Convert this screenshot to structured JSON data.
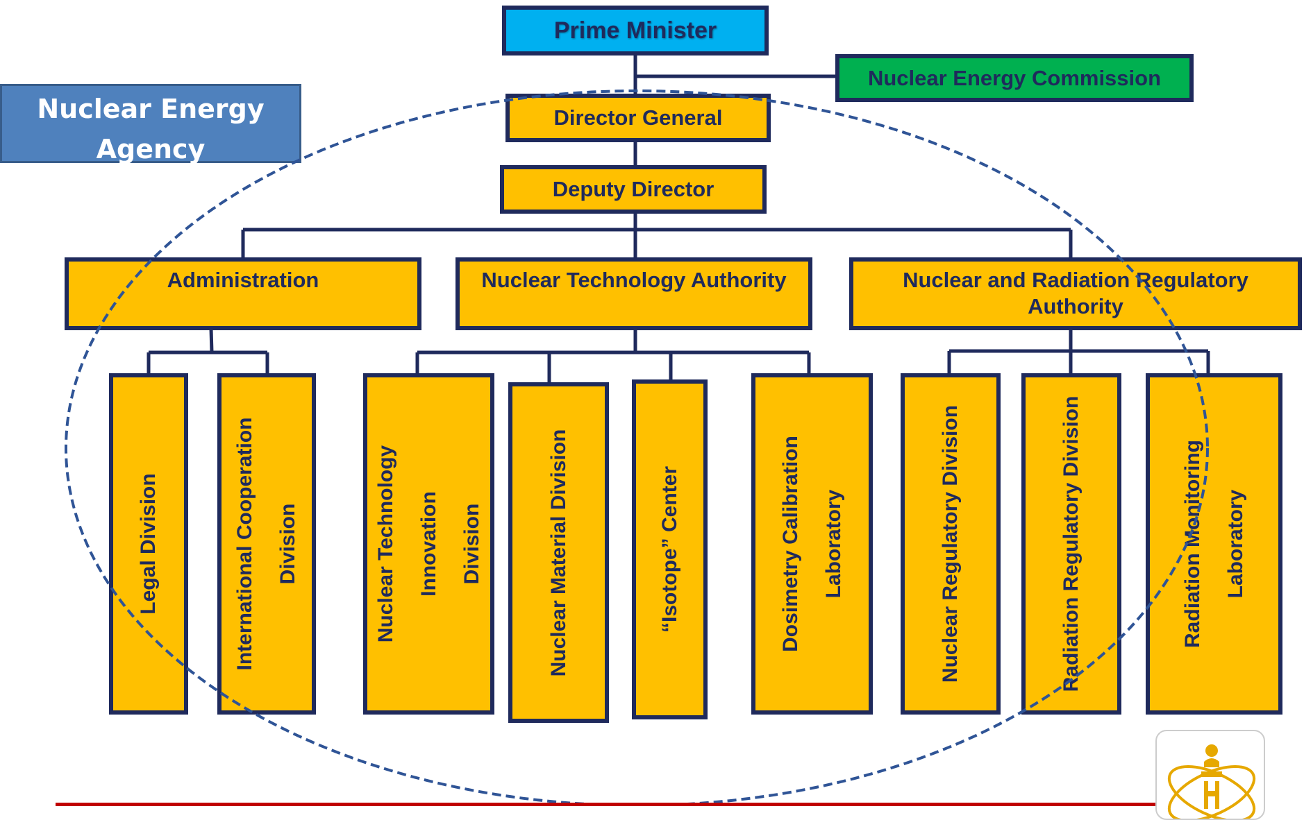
{
  "title": "",
  "nodes": {
    "prime_minister": "Prime Minister",
    "commission": "Nuclear Energy Commission",
    "agency": "Nuclear Energy Agency",
    "director_general": "Director General",
    "deputy_director": "Deputy Director",
    "administration": "Administration",
    "technology_authority": "Nuclear Technology Authority",
    "regulatory_authority": "Nuclear and Radiation Regulatory Authority",
    "legal": "Legal Division",
    "international": "International Cooperation\nDivision",
    "innovation": "Nuclear Technology\nInnovation\nDivision",
    "material": "Nuclear Material Division",
    "isotope": "“Isotope” Center",
    "dosimetry": "Dosimetry Calibration\nLaboratory",
    "nuclear_regulatory": "Nuclear Regulatory Division",
    "radiation_regulatory": "Radiation Regulatory Division",
    "radiation_monitoring": "Radiation Monitoring\nLaboratory"
  },
  "colors": {
    "unit_fill": "#FFC000",
    "border": "#1F2A5C",
    "prime_minister_fill": "#00B0F0",
    "commission_fill": "#00B050",
    "agency_fill": "#4F81BD",
    "agency_ellipse": "#2F5496",
    "bottom_line": "#C00000"
  },
  "icons": {
    "logo": "state-emblem-icon"
  }
}
